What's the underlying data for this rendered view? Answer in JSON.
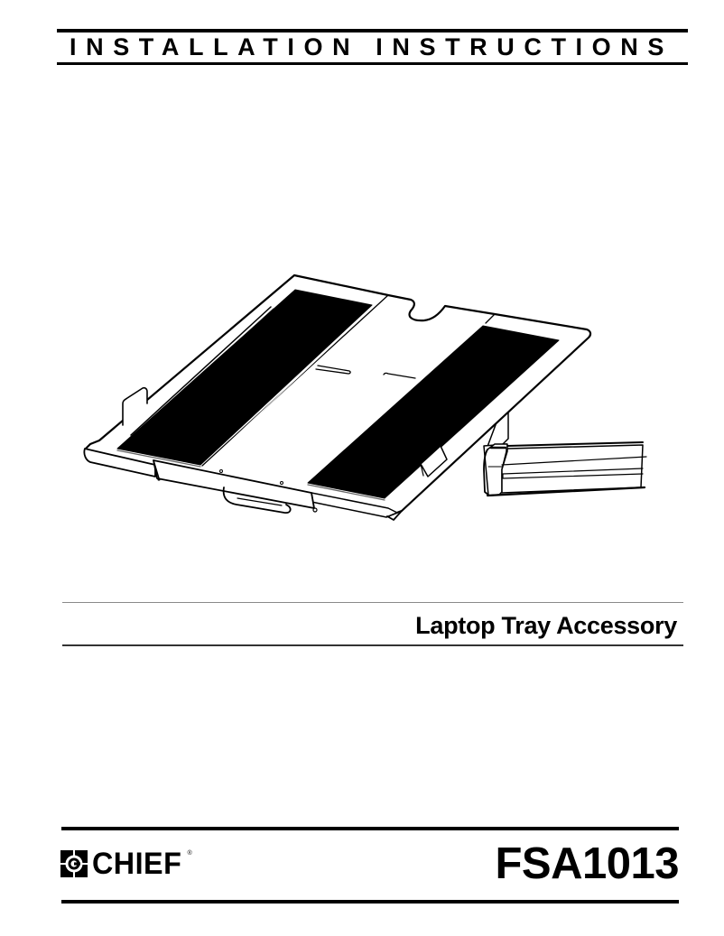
{
  "header": {
    "title": "INSTALLATION INSTRUCTIONS"
  },
  "illustration": {
    "subject": "laptop-tray-on-mounting-arm",
    "pad_color": "#000000",
    "line_color": "#000000"
  },
  "product": {
    "name": "Laptop Tray Accessory"
  },
  "footer": {
    "brand": "CHIEF",
    "brand_registered": "®",
    "model_number": "FSA1013"
  }
}
